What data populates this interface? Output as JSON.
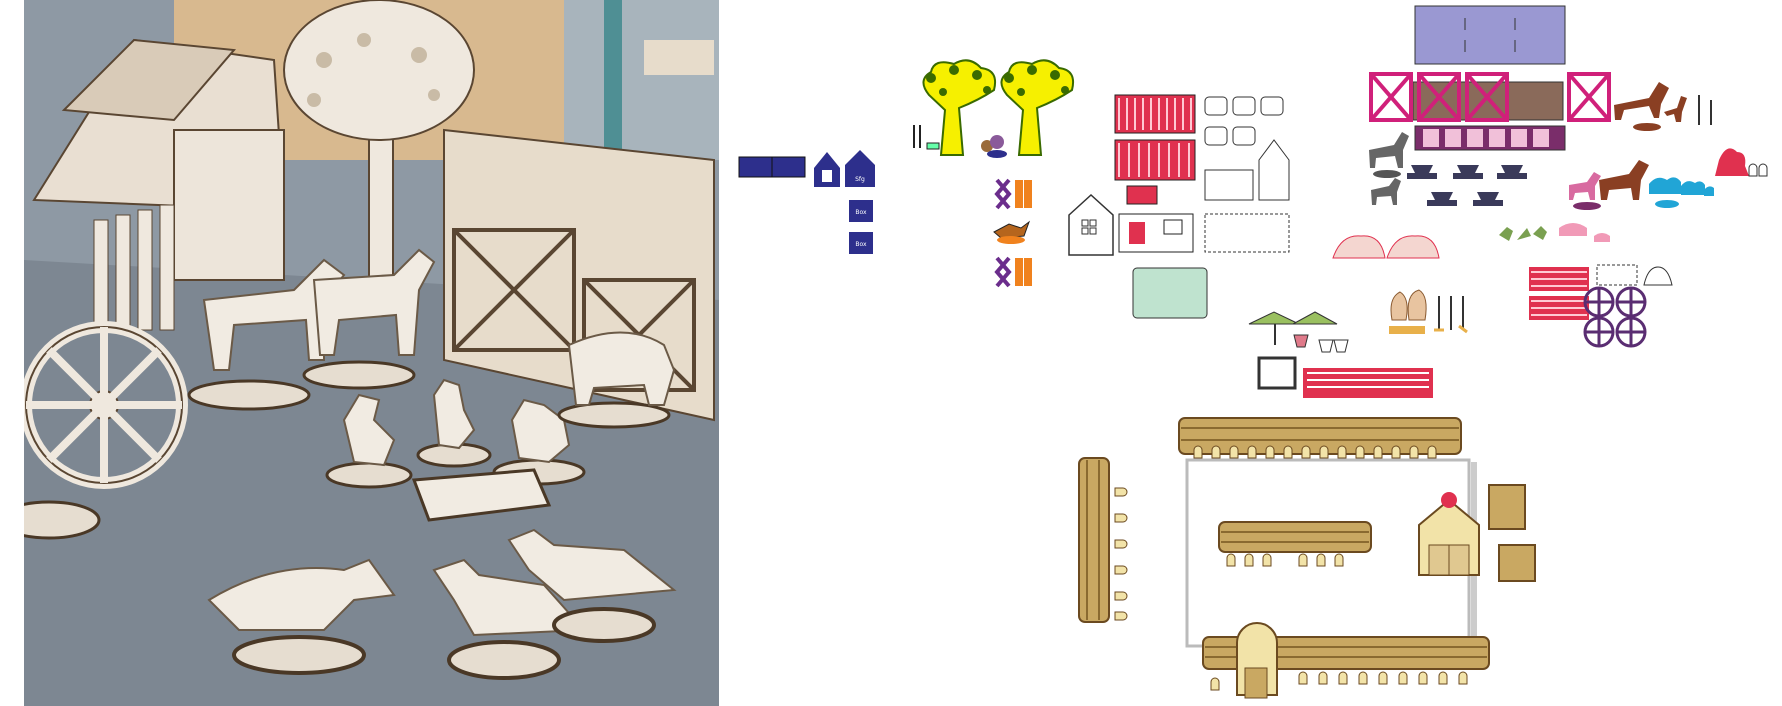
{
  "layout": {
    "box_labels": [
      "Sfg",
      "Box",
      "Box"
    ]
  },
  "colors": {
    "wood_light": "#efe8de",
    "wood_edge": "#5a4632",
    "floor": "#7d8792",
    "tree_fill": "#f6f000",
    "tree_outline": "#3a6b00",
    "barn_red": "#e0314f",
    "stall_magenta": "#d0207a",
    "navy": "#2d2f8c",
    "lavender": "#9a98d2",
    "wicker": "#c9a862",
    "mint": "#bfe3cf",
    "brown_animal": "#8a3f23",
    "blue_animal": "#21a5d6",
    "pink_animal": "#f19ab7",
    "purple_cart": "#5a2d72",
    "orange": "#f0821e"
  }
}
